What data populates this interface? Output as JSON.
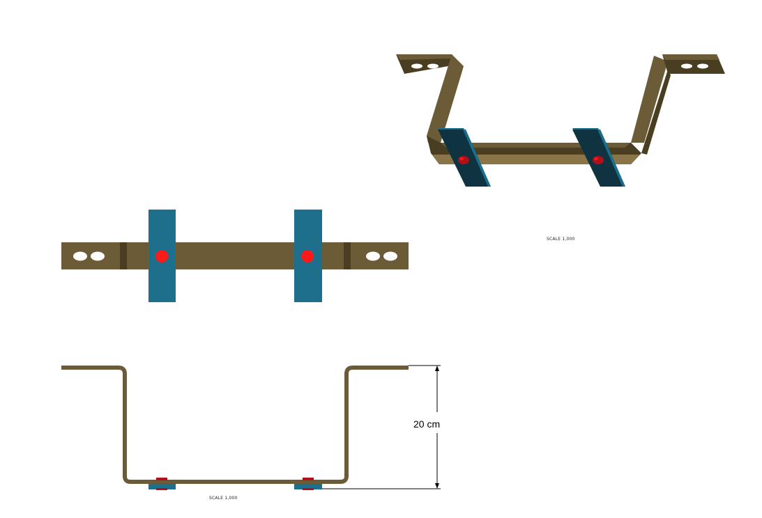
{
  "colors": {
    "bar": "#6b5b37",
    "bar_dark": "#4a3e22",
    "bar_light": "#8a7548",
    "plate": "#1d6f8c",
    "plate_iso": "#0f3340",
    "plate_iso_edge": "#1a6f8c",
    "bolt": "#ff1a1a",
    "bolt_iso": "#b0101a",
    "slot": "#ffffff",
    "dimension": "#000000"
  },
  "views": {
    "iso": {
      "scale_label": "SCALE  1,000"
    },
    "front": {
      "scale_label": "SCALE  1,000"
    },
    "dimension": {
      "height_label": "20 cm"
    }
  }
}
